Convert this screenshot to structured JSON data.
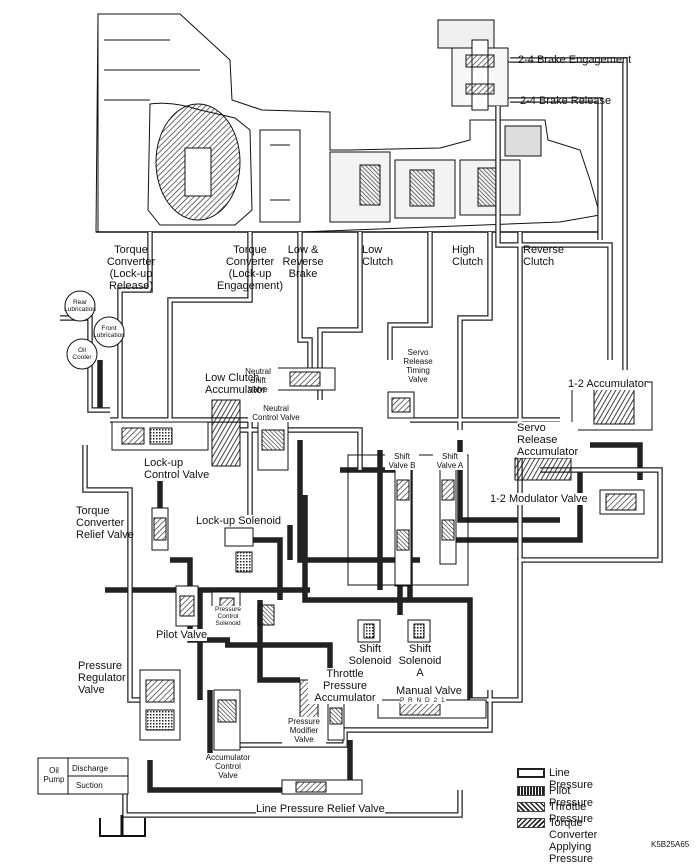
{
  "labels": {
    "brake_engagement": "2-4 Brake Engagement",
    "brake_release": "2-4 Brake Release",
    "tc_release": "Torque\nConverter\n(Lock-up\nRelease)",
    "tc_engagement": "Torque\nConverter\n(Lock-up\nEngagement)",
    "low_reverse_brake": "Low &\nReverse\nBrake",
    "low_clutch": "Low\nClutch",
    "high_clutch": "High\nClutch",
    "reverse_clutch": "Reverse\nClutch",
    "rear_lubrication": "Rear\nLubrication",
    "front_lubrication": "Front\nLubrication",
    "oil_cooler": "Oil\nCooler",
    "neutral_shift_valve": "Neutral\nShift\nValve",
    "low_clutch_accumulator": "Low Clutch\nAccumulator",
    "neutral_control_valve": "Neutral\nControl Valve",
    "servo_release_timing_valve": "Servo\nRelease\nTiming\nValve",
    "accumulator_1_2": "1-2 Accumulator",
    "servo_release_accumulator": "Servo\nRelease\nAccumulator",
    "lockup_control_valve": "Lock-up\nControl Valve",
    "shift_valve_b": "Shift\nValve B",
    "shift_valve_a": "Shift\nValve A",
    "modulator_valve_1_2": "1-2 Modulator Valve",
    "tc_relief_valve": "Torque\nConverter\nRelief Valve",
    "lockup_solenoid": "Lock-up Solenoid",
    "pressure_control_solenoid": "Pressure\nControl\nSolenoid",
    "pilot_valve": "Pilot Valve",
    "shift_solenoid_b": "Shift\nSolenoid\nB",
    "shift_solenoid_a": "Shift\nSolenoid\nA",
    "pressure_regulator_valve": "Pressure\nRegulator\nValve",
    "throttle_pressure_accumulator": "Throttle\nPressure\nAccumulator",
    "manual_valve": "Manual Valve",
    "manual_positions": "P R N D 2 1",
    "pressure_modifier_valve": "Pressure\nModifier\nValve",
    "accumulator_control_valve": "Accumulator\nControl\nValve",
    "oil_pump": "Oil\nPump",
    "discharge": "Discharge",
    "suction": "Suction",
    "line_pressure_relief_valve": "Line Pressure Relief Valve",
    "figure_code": "K5B25A65"
  },
  "legend": [
    {
      "label": "Line Pressure",
      "pattern": "line"
    },
    {
      "label": "Pilot Pressure",
      "pattern": "pilot"
    },
    {
      "label": "Throttle Pressure",
      "pattern": "throttle"
    },
    {
      "label": "Torque Converter\nApplying Pressure",
      "pattern": "converter"
    }
  ]
}
